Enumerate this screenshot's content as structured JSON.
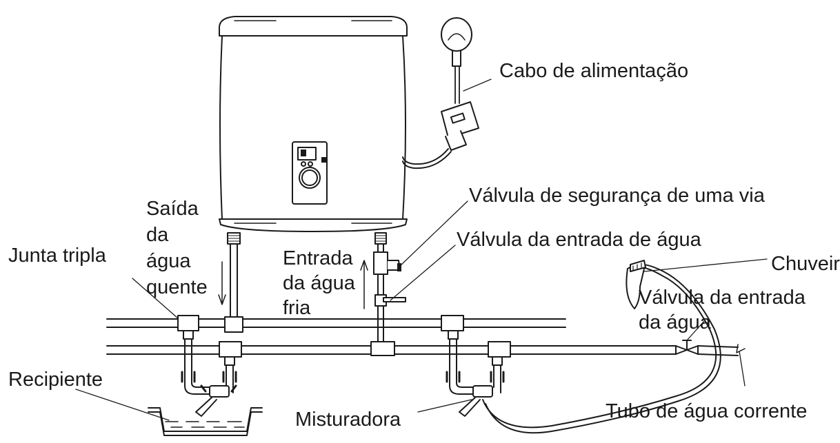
{
  "labels": {
    "power_cable": "Cabo de alimentação",
    "safety_valve": "Válvula de segurança de uma via",
    "inlet_valve": "Válvula da entrada de água",
    "hot_outlet": [
      "Saída",
      "da",
      "água",
      "quente"
    ],
    "cold_inlet": [
      "Entrada",
      "da água",
      "fria"
    ],
    "tee_joint": "Junta tripla",
    "shower": "Chuveiro",
    "water_inlet_valve": [
      "Válvula da entrada",
      "da água"
    ],
    "container": "Recipiente",
    "mixer": "Misturadora",
    "running_pipe": "Tubo de água corrente"
  }
}
